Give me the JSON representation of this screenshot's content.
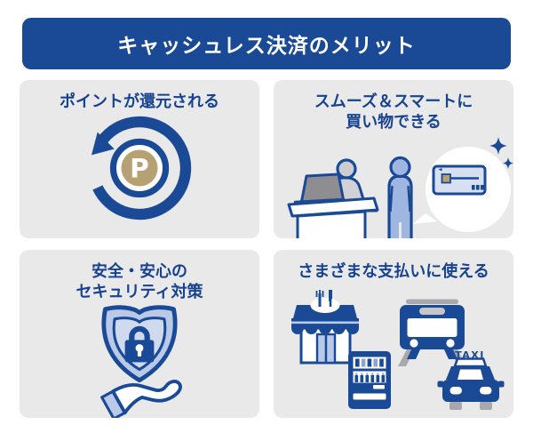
{
  "header": {
    "title": "キャッシュレス決済のメリット"
  },
  "panels": {
    "points": {
      "l1": "ポイントが還元される",
      "l2": ""
    },
    "shopping": {
      "l1": "スムーズ＆スマートに",
      "l2": "買い物できる"
    },
    "security": {
      "l1": "安全・安心の",
      "l2": "セキュリティ対策"
    },
    "payments": {
      "l1": "さまざまな支払いに使える",
      "l2": ""
    }
  },
  "icons": {
    "coin_letter": "P",
    "taxi_label": "TAXI",
    "points_icon": "circular-refund-arrow-around-point-coin",
    "shopping_icon": "cashier-and-customer-with-card-speech-bubble",
    "security_icon": "shield-with-padlock-on-offering-hand",
    "payments_icons": [
      "restaurant-store",
      "train",
      "vending-machine",
      "taxi"
    ]
  },
  "colors": {
    "primary_blue": "#1a4a96",
    "panel_gray": "#e9e9ea",
    "coin_gold": "#b7a172",
    "light_blue": "#9fb6e0",
    "pale_blue": "#d6e0f0",
    "gray": "#a9a9ad",
    "white": "#ffffff"
  }
}
